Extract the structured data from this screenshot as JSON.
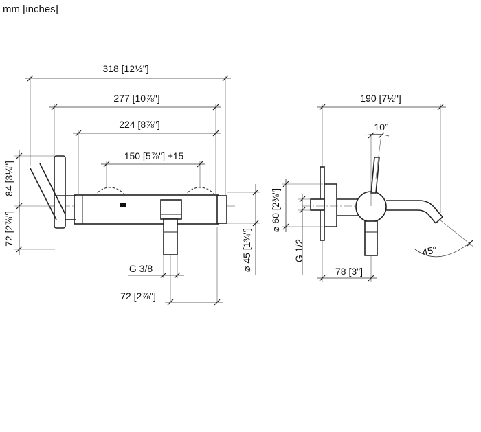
{
  "header": {
    "units": "mm [inches]"
  },
  "front_view": {
    "dims": {
      "overall_318": "318 [12½\"]",
      "width_277": "277 [10⅞\"]",
      "width_224": "224 [8⅞\"]",
      "centers_150": "150 [5⅞\"] ±15",
      "height_84": "84 [3¼\"]",
      "height_72": "72 [2⅞\"]",
      "thread_g38": "G 3/8",
      "offset_72": "72 [2⅞\"]",
      "dia_45": "⌀ 45 [1¾\"]"
    }
  },
  "side_view": {
    "dims": {
      "depth_190": "190 [7½\"]",
      "lever_angle_10": "10°",
      "dia_60": "⌀ 60 [2⅜\"]",
      "thread_g12": "G 1/2",
      "depth_78": "78 [3\"]",
      "spout_angle_45": "45°"
    }
  }
}
